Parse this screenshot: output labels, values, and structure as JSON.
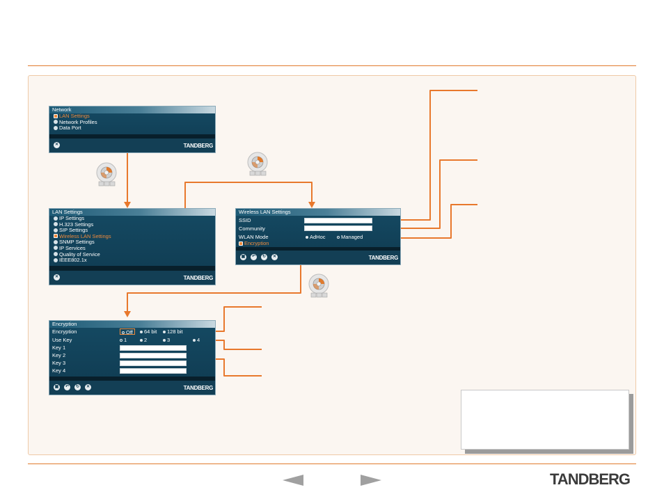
{
  "brand": "TANDBERG",
  "accent_color": "#e07a2c",
  "screen_bg_color": "#154a63",
  "network_screen": {
    "title": "Network",
    "items": [
      {
        "label": "LAN Settings",
        "selected": true
      },
      {
        "label": "Network Profiles",
        "selected": false
      },
      {
        "label": "Data Port",
        "selected": false
      }
    ]
  },
  "lan_screen": {
    "title": "LAN Settings",
    "items": [
      {
        "label": "IP Settings",
        "selected": false
      },
      {
        "label": "H.323 Settings",
        "selected": false
      },
      {
        "label": "SIP Settings",
        "selected": false
      },
      {
        "label": "Wireless LAN Settings",
        "selected": true
      },
      {
        "label": "SNMP Settings",
        "selected": false
      },
      {
        "label": "IP Services",
        "selected": false
      },
      {
        "label": "Quality of Service",
        "selected": false
      },
      {
        "label": "IEEE802.1x",
        "selected": false
      }
    ]
  },
  "wireless_screen": {
    "title": "Wireless LAN Settings",
    "ssid_label": "SSID",
    "ssid_value": "",
    "community_label": "Community",
    "community_value": "",
    "wlan_mode_label": "WLAN Mode",
    "wlan_modes": [
      "AdHoc",
      "Managed"
    ],
    "wlan_mode_selected": "AdHoc",
    "encryption_link": "Encryption"
  },
  "encryption_screen": {
    "title": "Encryption",
    "encryption_label": "Encryption",
    "encryption_options": [
      "Off",
      "64 bit",
      "128 bit"
    ],
    "encryption_selected": "Off",
    "use_key_label": "Use Key",
    "key_options": [
      "1",
      "2",
      "3",
      "4"
    ],
    "key_selected": "4",
    "key_labels": [
      "Key 1",
      "Key 2",
      "Key 3",
      "Key 4"
    ]
  },
  "icons": {
    "close": "close-icon",
    "save": "save-icon",
    "undo": "undo-icon",
    "refresh": "refresh-icon",
    "remote": "remote-dial-icon",
    "prev": "prev-arrow-icon",
    "next": "next-arrow-icon"
  }
}
